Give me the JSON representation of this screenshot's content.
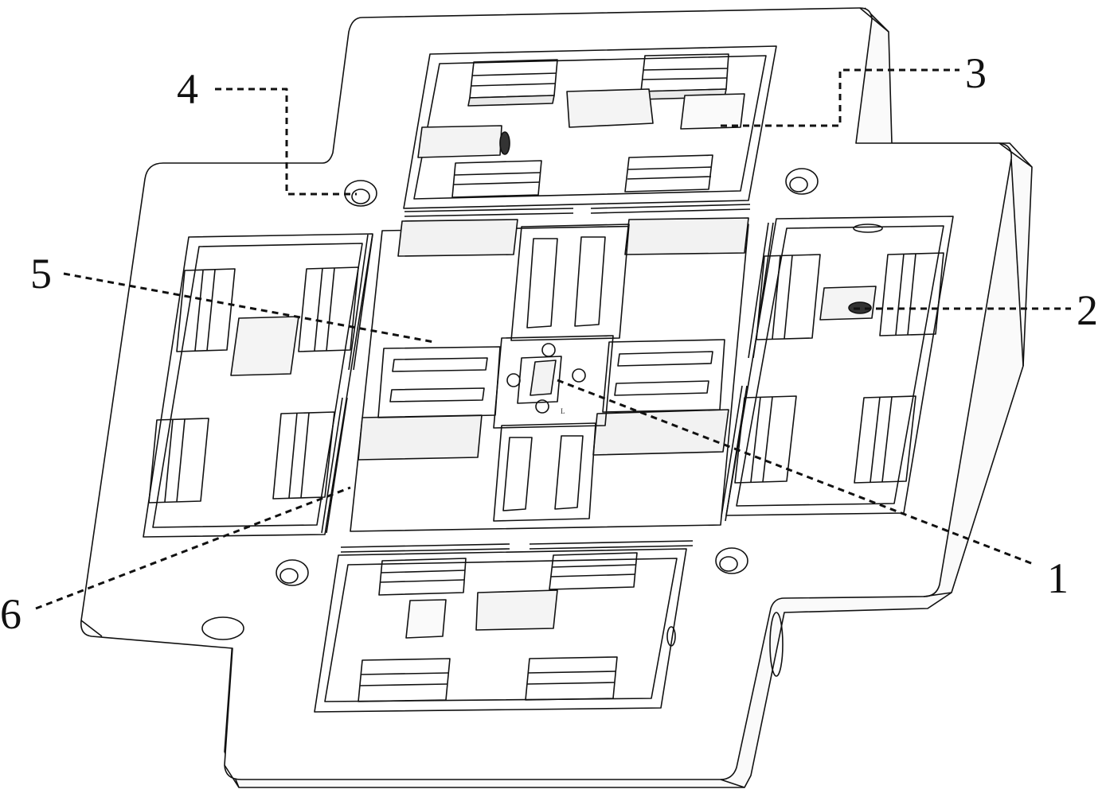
{
  "diagram": {
    "labels": [
      {
        "id": "1",
        "text": "1"
      },
      {
        "id": "2",
        "text": "2"
      },
      {
        "id": "3",
        "text": "3"
      },
      {
        "id": "4",
        "text": "4"
      },
      {
        "id": "5",
        "text": "5"
      },
      {
        "id": "6",
        "text": "6"
      }
    ],
    "center_mark": "L"
  },
  "colors": {
    "line": "#111111",
    "face": "#ffffff",
    "shade": "#e6e6e6"
  }
}
